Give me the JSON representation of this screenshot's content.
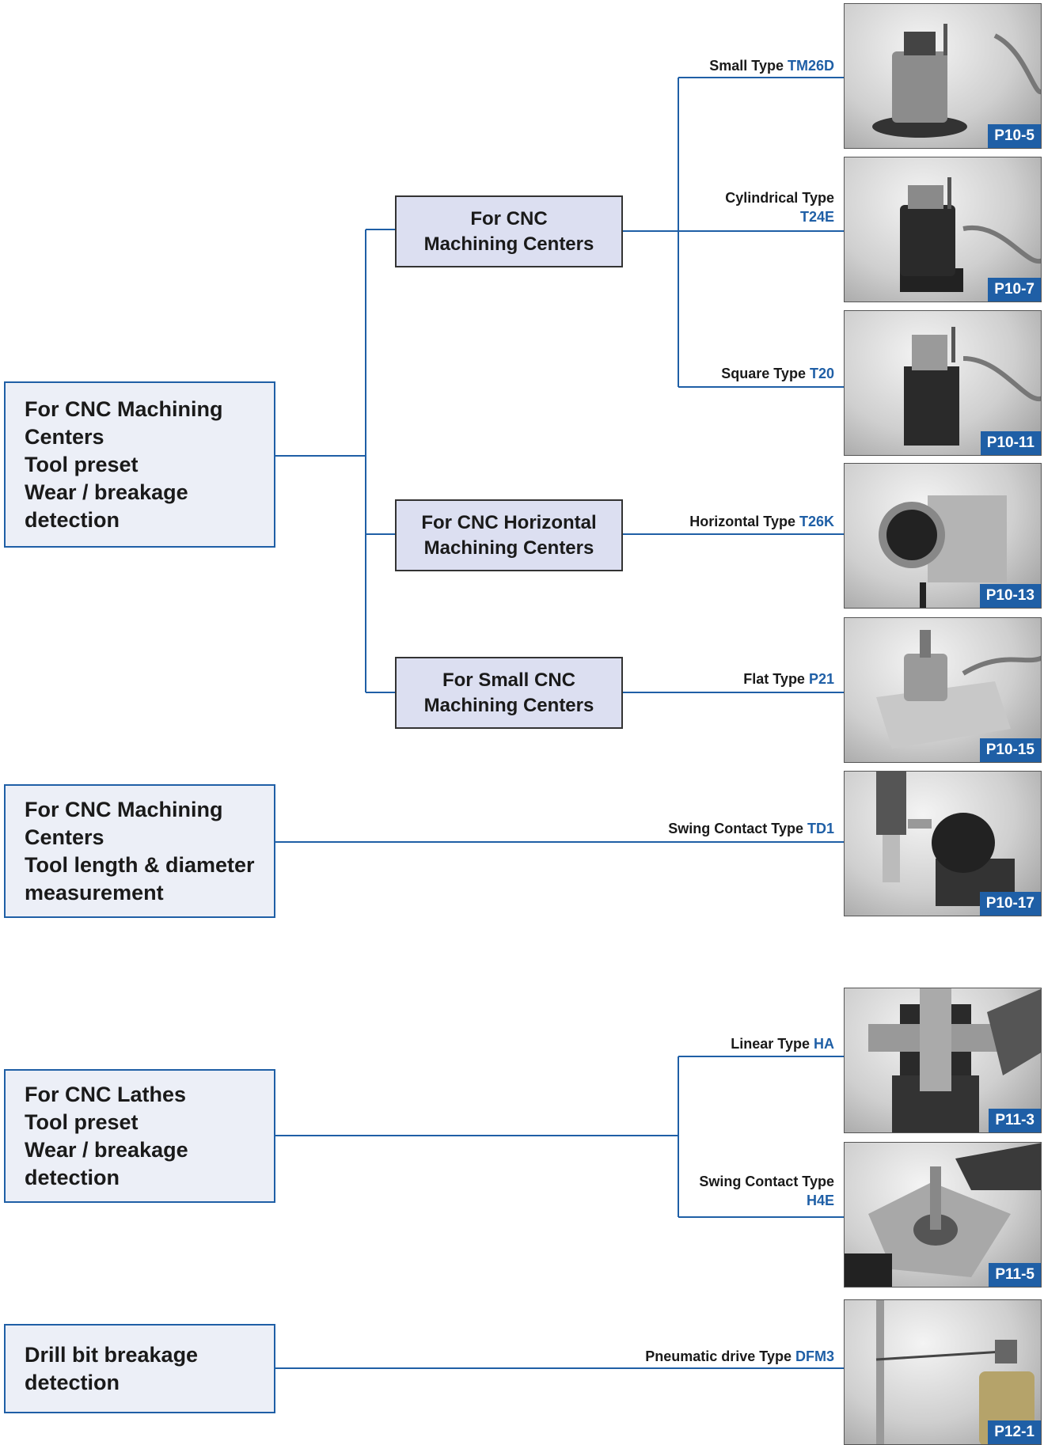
{
  "colors": {
    "accent": "#1f5fa6",
    "box_fill": "#eceff7",
    "sub_fill": "#dcdff1"
  },
  "groups": [
    {
      "lines": [
        "For CNC Machining",
        "Centers",
        "Tool preset",
        "Wear / breakage",
        "detection"
      ]
    },
    {
      "lines": [
        "For CNC Machining",
        "Centers",
        "Tool length & diameter",
        "measurement"
      ]
    },
    {
      "lines": [
        "For CNC Lathes",
        "Tool preset",
        "Wear / breakage",
        "detection"
      ]
    },
    {
      "lines": [
        "Drill bit breakage",
        "detection"
      ]
    }
  ],
  "subcategories": [
    {
      "lines": [
        "For CNC",
        "Machining Centers"
      ]
    },
    {
      "lines": [
        "For CNC Horizontal",
        "Machining Centers"
      ]
    },
    {
      "lines": [
        "For Small CNC",
        "Machining Centers"
      ]
    }
  ],
  "products": [
    {
      "type": "Small Type",
      "code": "TM26D",
      "page": "P10-5",
      "icon": "touch-probe-photo"
    },
    {
      "type": "Cylindrical Type",
      "code": "T24E",
      "page": "P10-7",
      "icon": "touch-probe-photo"
    },
    {
      "type": "Square Type",
      "code": "T20",
      "page": "P10-11",
      "icon": "touch-probe-photo"
    },
    {
      "type": "Horizontal Type",
      "code": "T26K",
      "page": "P10-13",
      "icon": "horizontal-probe-photo"
    },
    {
      "type": "Flat Type",
      "code": "P21",
      "page": "P10-15",
      "icon": "flat-probe-photo"
    },
    {
      "type": "Swing Contact Type",
      "code": "TD1",
      "page": "P10-17",
      "icon": "swing-probe-photo"
    },
    {
      "type": "Linear Type",
      "code": "HA",
      "page": "P11-3",
      "icon": "lathe-probe-photo"
    },
    {
      "type": "Swing Contact Type",
      "code": "H4E",
      "page": "P11-5",
      "icon": "lathe-probe-photo"
    },
    {
      "type": "Pneumatic drive Type",
      "code": "DFM3",
      "page": "P12-1",
      "icon": "drill-probe-photo"
    }
  ]
}
